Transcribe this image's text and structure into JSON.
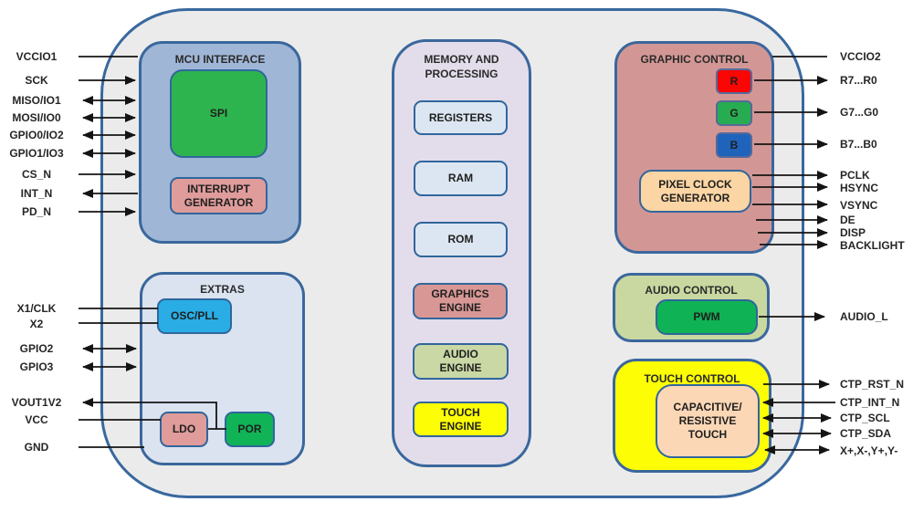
{
  "diagram": {
    "groups": {
      "mcu_interface": {
        "title": "MCU INTERFACE",
        "blocks": {
          "spi": "SPI",
          "interrupt_generator": "INTERRUPT\nGENERATOR"
        }
      },
      "extras": {
        "title": "EXTRAS",
        "blocks": {
          "osc_pll": "OSC/PLL",
          "ldo": "LDO",
          "por": "POR"
        }
      },
      "memory_processing": {
        "title": "MEMORY AND\nPROCESSING",
        "blocks": {
          "registers": "REGISTERS",
          "ram": "RAM",
          "rom": "ROM",
          "graphics_engine": "GRAPHICS\nENGINE",
          "audio_engine": "AUDIO\nENGINE",
          "touch_engine": "TOUCH\nENGINE"
        }
      },
      "graphic_control": {
        "title": "GRAPHIC CONTROL",
        "blocks": {
          "r": "R",
          "g": "G",
          "b": "B",
          "pixel_clock_generator": "PIXEL CLOCK\nGENERATOR"
        }
      },
      "audio_control": {
        "title": "AUDIO CONTROL",
        "blocks": {
          "pwm": "PWM"
        }
      },
      "touch_control": {
        "title": "TOUCH CONTROL",
        "blocks": {
          "cap_res_touch": "CAPACITIVE/\nRESISTIVE\nTOUCH"
        }
      }
    },
    "pins": {
      "left": [
        {
          "label": "VCCIO1",
          "dir": "none"
        },
        {
          "label": "SCK",
          "dir": "in"
        },
        {
          "label": "MISO/IO1",
          "dir": "bi"
        },
        {
          "label": "MOSI/IO0",
          "dir": "bi"
        },
        {
          "label": "GPIO0/IO2",
          "dir": "bi"
        },
        {
          "label": "GPIO1/IO3",
          "dir": "bi"
        },
        {
          "label": "CS_N",
          "dir": "in"
        },
        {
          "label": "INT_N",
          "dir": "out"
        },
        {
          "label": "PD_N",
          "dir": "in"
        },
        {
          "label": "X1/CLK",
          "dir": "none"
        },
        {
          "label": "X2",
          "dir": "none"
        },
        {
          "label": "GPIO2",
          "dir": "bi"
        },
        {
          "label": "GPIO3",
          "dir": "bi"
        },
        {
          "label": "VOUT1V2",
          "dir": "out"
        },
        {
          "label": "VCC",
          "dir": "none"
        },
        {
          "label": "GND",
          "dir": "none"
        }
      ],
      "right": [
        {
          "label": "VCCIO2",
          "dir": "none"
        },
        {
          "label": "R7...R0",
          "dir": "out"
        },
        {
          "label": "G7...G0",
          "dir": "out"
        },
        {
          "label": "B7...B0",
          "dir": "out"
        },
        {
          "label": "PCLK",
          "dir": "out"
        },
        {
          "label": "HSYNC",
          "dir": "out"
        },
        {
          "label": "VSYNC",
          "dir": "out"
        },
        {
          "label": "DE",
          "dir": "out"
        },
        {
          "label": "DISP",
          "dir": "out"
        },
        {
          "label": "BACKLIGHT",
          "dir": "out"
        },
        {
          "label": "AUDIO_L",
          "dir": "out"
        },
        {
          "label": "CTP_RST_N",
          "dir": "out"
        },
        {
          "label": "CTP_INT_N",
          "dir": "in"
        },
        {
          "label": "CTP_SCL",
          "dir": "bi"
        },
        {
          "label": "CTP_SDA",
          "dir": "bi"
        },
        {
          "label": "X+,X-,Y+,Y-",
          "dir": "bi"
        }
      ]
    },
    "colors": {
      "chip_fill": "#ebebeb",
      "chip_border": "#38689f",
      "wire": "#141414",
      "mcu_fill": "#9fb6d6",
      "extras_fill": "#dbe3f0",
      "memory_fill": "#e3ddeb",
      "graphic_fill": "#d29795",
      "audio_fill": "#c9d8a0",
      "touch_fill": "#fdfd05",
      "green": "#2eb44e",
      "pink": "#df9c9b",
      "cyan": "#29ade4",
      "light_blue": "#dce6f2",
      "peach": "#fcd5a4",
      "red": "#fb0505",
      "blue": "#2063bb",
      "sage": "#c9d8a5"
    }
  }
}
